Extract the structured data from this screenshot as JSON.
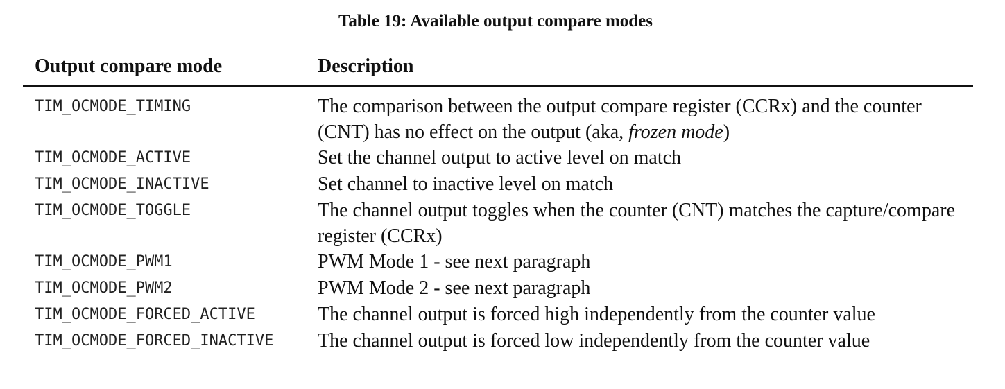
{
  "caption": "Table 19: Available output compare modes",
  "table": {
    "headers": {
      "mode": "Output compare mode",
      "description": "Description"
    },
    "rows": [
      {
        "mode": "TIM_OCMODE_TIMING",
        "description_pre": "The comparison between the output compare register (CCRx) and the counter (CNT) has no effect on the output (aka, ",
        "description_em": "frozen mode",
        "description_post": ")"
      },
      {
        "mode": "TIM_OCMODE_ACTIVE",
        "description": "Set the channel output to active level on match"
      },
      {
        "mode": "TIM_OCMODE_INACTIVE",
        "description": "Set channel to inactive level on match"
      },
      {
        "mode": "TIM_OCMODE_TOGGLE",
        "description": "The channel output toggles when the counter (CNT) matches the capture/compare register (CCRx)"
      },
      {
        "mode": "TIM_OCMODE_PWM1",
        "description": "PWM Mode 1 - see next paragraph"
      },
      {
        "mode": "TIM_OCMODE_PWM2",
        "description": "PWM Mode 2 - see next paragraph"
      },
      {
        "mode": "TIM_OCMODE_FORCED_ACTIVE",
        "description": "The channel output is forced high independently from the counter value"
      },
      {
        "mode": "TIM_OCMODE_FORCED_INACTIVE",
        "description": "The channel output is forced low independently from the counter value"
      }
    ]
  }
}
